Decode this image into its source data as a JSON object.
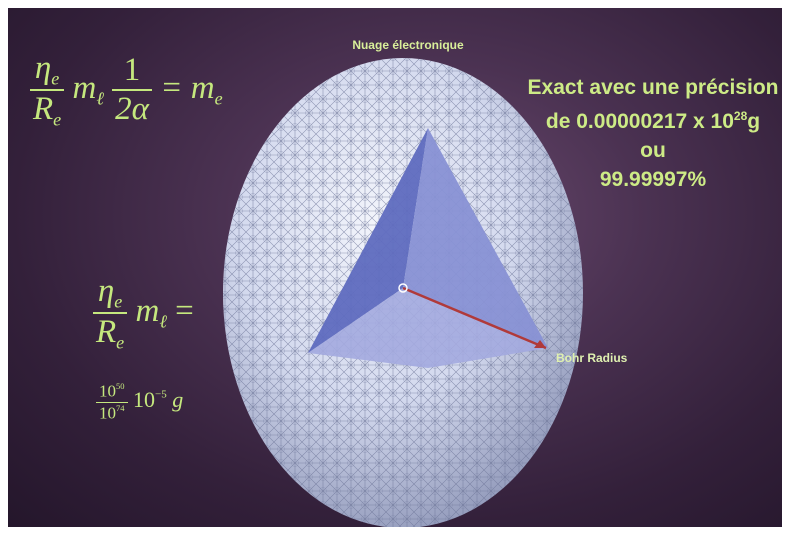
{
  "slide": {
    "caption": "Nuage électronique",
    "bohr_label": "Bohr Radius",
    "precision": {
      "line1": "Exact avec une précision",
      "line2_prefix": "de 0.00000217 x 10",
      "line2_exp": "28",
      "line2_suffix": "g",
      "line3": "ou",
      "line4": "99.99997%"
    },
    "formula1": {
      "numerator": "η",
      "numerator_sub": "e",
      "denominator": "R",
      "denominator_sub": "e",
      "m": "m",
      "m_sub": "ℓ",
      "frac2_num": "1",
      "frac2_den": "2α",
      "equals": "= m",
      "result_sub": "e"
    },
    "formula2": {
      "numerator": "η",
      "numerator_sub": "e",
      "denominator": "R",
      "denominator_sub": "e",
      "m": "m",
      "m_sub": "ℓ",
      "equals": "="
    },
    "formula3": {
      "num": "10",
      "num_exp": "50",
      "den": "10",
      "den_exp": "74",
      "base": "10",
      "base_exp": "−5",
      "unit": "g"
    },
    "colors": {
      "text_green": "#c5e87e",
      "background": "#3b2742",
      "sphere": "#d9dff0",
      "cutaway": "#6d79c8",
      "radius_arrow": "#b03a3a"
    }
  }
}
